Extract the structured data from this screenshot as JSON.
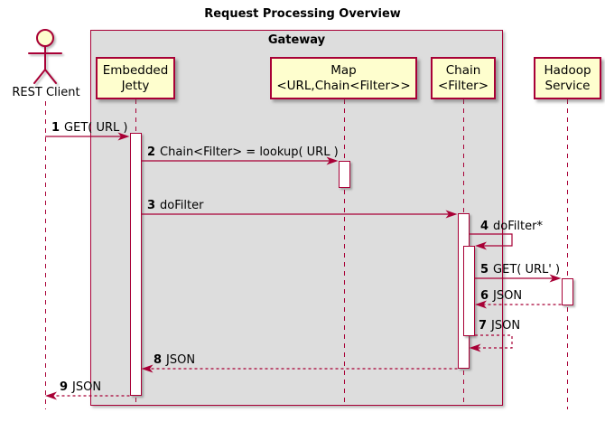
{
  "title": "Request Processing Overview",
  "frame": {
    "label": "Gateway"
  },
  "actor": {
    "name": "REST Client"
  },
  "participants": [
    {
      "id": "embedded-jetty",
      "line1": "Embedded",
      "line2": "Jetty"
    },
    {
      "id": "map",
      "line1": "Map",
      "line2": "<URL,Chain<Filter>>"
    },
    {
      "id": "chain",
      "line1": "Chain",
      "line2": "<Filter>"
    },
    {
      "id": "hadoop-service",
      "line1": "Hadoop",
      "line2": "Service"
    }
  ],
  "messages": [
    {
      "num": "1",
      "label": "GET( URL )",
      "from": "REST Client",
      "to": "Embedded Jetty",
      "style": "solid"
    },
    {
      "num": "2",
      "label": "Chain<Filter> = lookup( URL )",
      "from": "Embedded Jetty",
      "to": "Map",
      "style": "solid"
    },
    {
      "num": "3",
      "label": "doFilter",
      "from": "Embedded Jetty",
      "to": "Chain",
      "style": "solid"
    },
    {
      "num": "4",
      "label": "doFilter*",
      "from": "Chain",
      "to": "Chain",
      "style": "solid-self"
    },
    {
      "num": "5",
      "label": "GET( URL' )",
      "from": "Chain",
      "to": "Hadoop Service",
      "style": "solid"
    },
    {
      "num": "6",
      "label": "JSON",
      "from": "Hadoop Service",
      "to": "Chain",
      "style": "dashed"
    },
    {
      "num": "7",
      "label": "JSON",
      "from": "Chain",
      "to": "Chain",
      "style": "dashed-self"
    },
    {
      "num": "8",
      "label": "JSON",
      "from": "Chain",
      "to": "Embedded Jetty",
      "style": "dashed"
    },
    {
      "num": "9",
      "label": "JSON",
      "from": "Embedded Jetty",
      "to": "REST Client",
      "style": "dashed"
    }
  ],
  "colors": {
    "accent": "#A80036",
    "participant_fill": "#FEFECE",
    "frame_fill": "#DDDDDD",
    "activation_fill": "#FFFFFF",
    "background": "#FFFFFF",
    "text": "#000000"
  }
}
